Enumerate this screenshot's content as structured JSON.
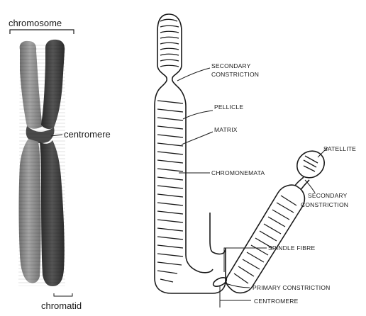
{
  "left_figure": {
    "label_top": "chromosome",
    "label_middle": "centromere",
    "label_bottom": "chromatid"
  },
  "right_figure": {
    "labels": {
      "secondary_constriction_1": "SECONDARY",
      "secondary_constriction_1b": "CONSTRICTION",
      "pellicle": "PELLICLE",
      "matrix": "MATRIX",
      "chromonemata": "CHROMONEMATA",
      "satellite": "SATELLITE",
      "secondary_constriction_2": "SECONDARY",
      "secondary_constriction_2b": "CONSTRICTION",
      "spindle_fibre": "SPINDLE FIBRE",
      "primary_constriction": "PRIMARY CONSTRICTION",
      "centromere": "CENTROMERE"
    }
  },
  "colors": {
    "chromatid_light": "#8d8d8d",
    "chromatid_dark": "#3d3d3d",
    "line": "#1a1a1a"
  }
}
